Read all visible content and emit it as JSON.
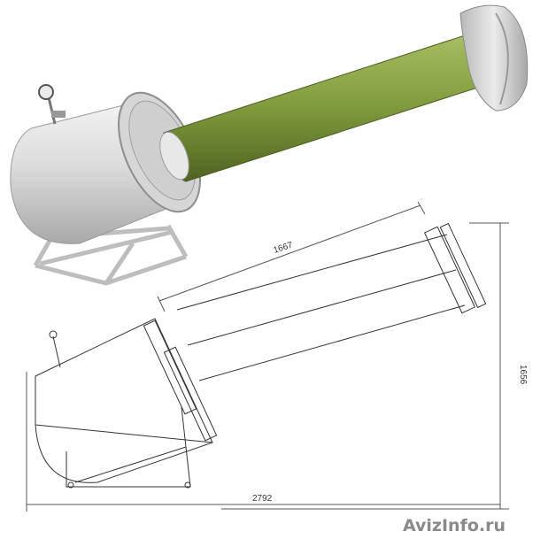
{
  "dimensions": {
    "length_top": "1667",
    "height": "1656",
    "width_bottom": "2792"
  },
  "watermark": "AvizInfo.ru",
  "colors": {
    "tank": "#d9d9d9",
    "rod": "#7f9a3c",
    "cap": "#c9c9c9",
    "frame": "#e6e6e6",
    "line": "#333333"
  }
}
